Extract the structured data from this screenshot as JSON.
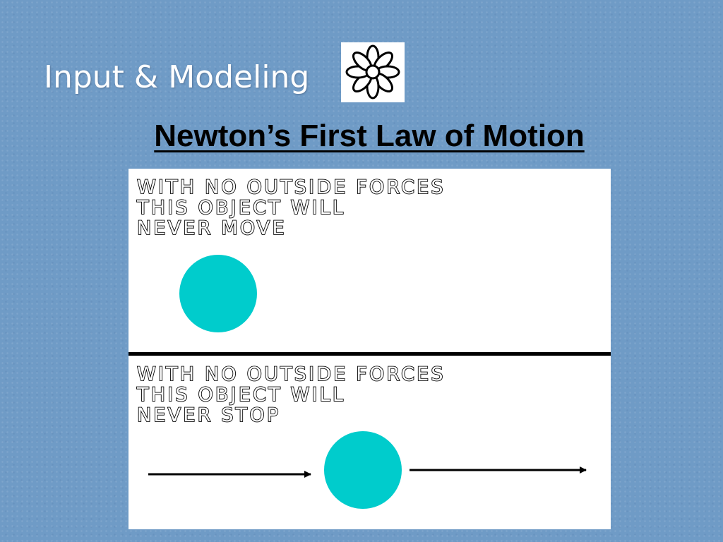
{
  "slide": {
    "title": "Input & Modeling",
    "icon": "flower-icon",
    "subtitle": "Newton’s First Law of Motion"
  },
  "diagram": {
    "panels": [
      {
        "lines": [
          "WITH NO OUTSIDE FORCES",
          "THIS OBJECT WILL",
          "NEVER MOVE"
        ],
        "state": "at-rest"
      },
      {
        "lines": [
          "WITH NO OUTSIDE FORCES",
          "THIS OBJECT WILL",
          "NEVER STOP"
        ],
        "state": "in-motion"
      }
    ],
    "ball_color": "#00cccc",
    "divider_color": "#000000"
  },
  "colors": {
    "background": "#6f9bc6",
    "title_text": "#ffffff",
    "subtitle_text": "#000000"
  }
}
